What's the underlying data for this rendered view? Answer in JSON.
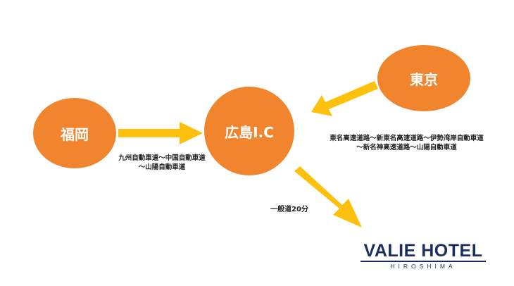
{
  "colors": {
    "node_fill": "#F0852D",
    "arrow_fill": "#FDC10D",
    "logo_color": "#1B2F5E"
  },
  "nodes": {
    "fukuoka": {
      "label": "福岡"
    },
    "hiroshima_ic": {
      "label": "広島I.C"
    },
    "tokyo": {
      "label": "東京"
    }
  },
  "routes": {
    "fukuoka": {
      "line1": "九州自動車道〜中国自動車道",
      "line2": "〜山陽自動車道"
    },
    "tokyo": {
      "line1": "東名高速道路〜新東名高速道路〜伊勢湾岸自動車道",
      "line2": "〜新名神高速道路〜山陽自動車道"
    },
    "local": {
      "label": "一般道20分"
    }
  },
  "logo": {
    "name": "VALIE HOTEL",
    "subtitle": "HIROSHIMA"
  }
}
